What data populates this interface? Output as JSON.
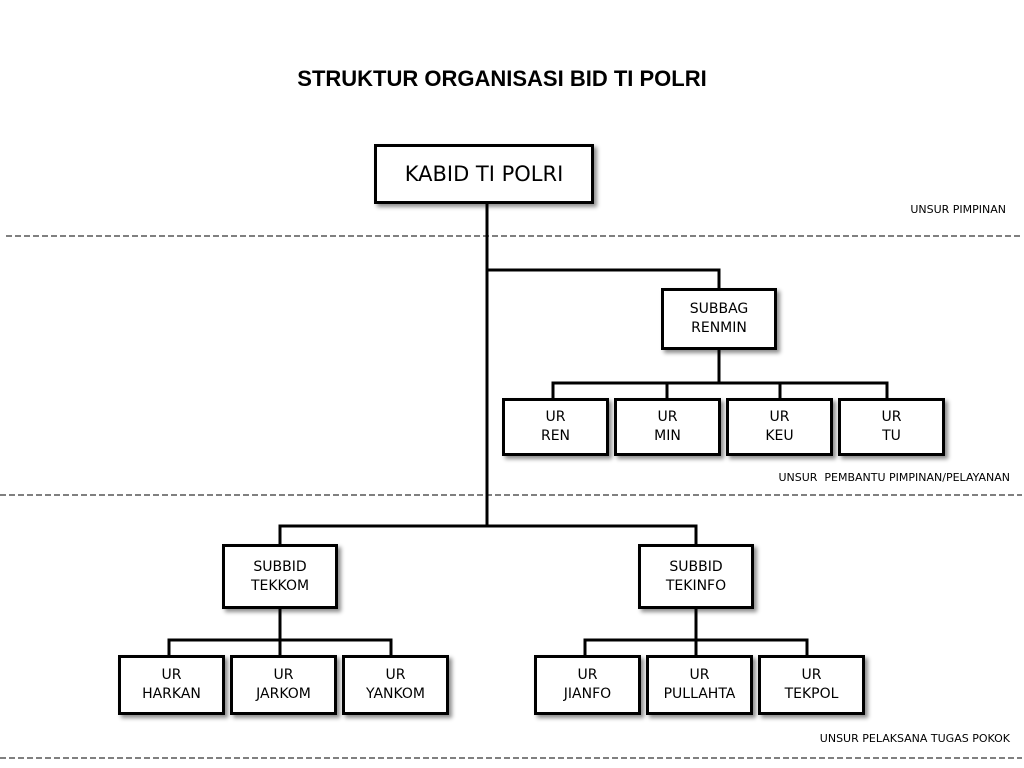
{
  "title": "STRUKTUR ORGANISASI BID TI POLRI",
  "nodes": {
    "kabid": [
      "KABID TI POLRI"
    ],
    "subbag_renmin": [
      "SUBBAG",
      "RENMIN"
    ],
    "ur_ren": [
      "UR",
      "REN"
    ],
    "ur_min": [
      "UR",
      "MIN"
    ],
    "ur_keu": [
      "UR",
      "KEU"
    ],
    "ur_tu": [
      "UR",
      "TU"
    ],
    "subbid_tekkom": [
      "SUBBID",
      "TEKKOM"
    ],
    "subbid_tekinfo": [
      "SUBBID",
      "TEKINFO"
    ],
    "ur_harkan": [
      "UR",
      "HARKAN"
    ],
    "ur_jarkom": [
      "UR",
      "JARKOM"
    ],
    "ur_yankom": [
      "UR",
      "YANKOM"
    ],
    "ur_jianfo": [
      "UR",
      "JIANFO"
    ],
    "ur_pullahta": [
      "UR",
      "PULLAHTA"
    ],
    "ur_tekpol": [
      "UR",
      "TEKPOL"
    ]
  },
  "zones": {
    "pimpinan": "UNSUR PIMPINAN",
    "pembantu": "UNSUR  PEMBANTU PIMPINAN/PELAYANAN",
    "pelaksana": "UNSUR PELAKSANA TUGAS POKOK"
  }
}
